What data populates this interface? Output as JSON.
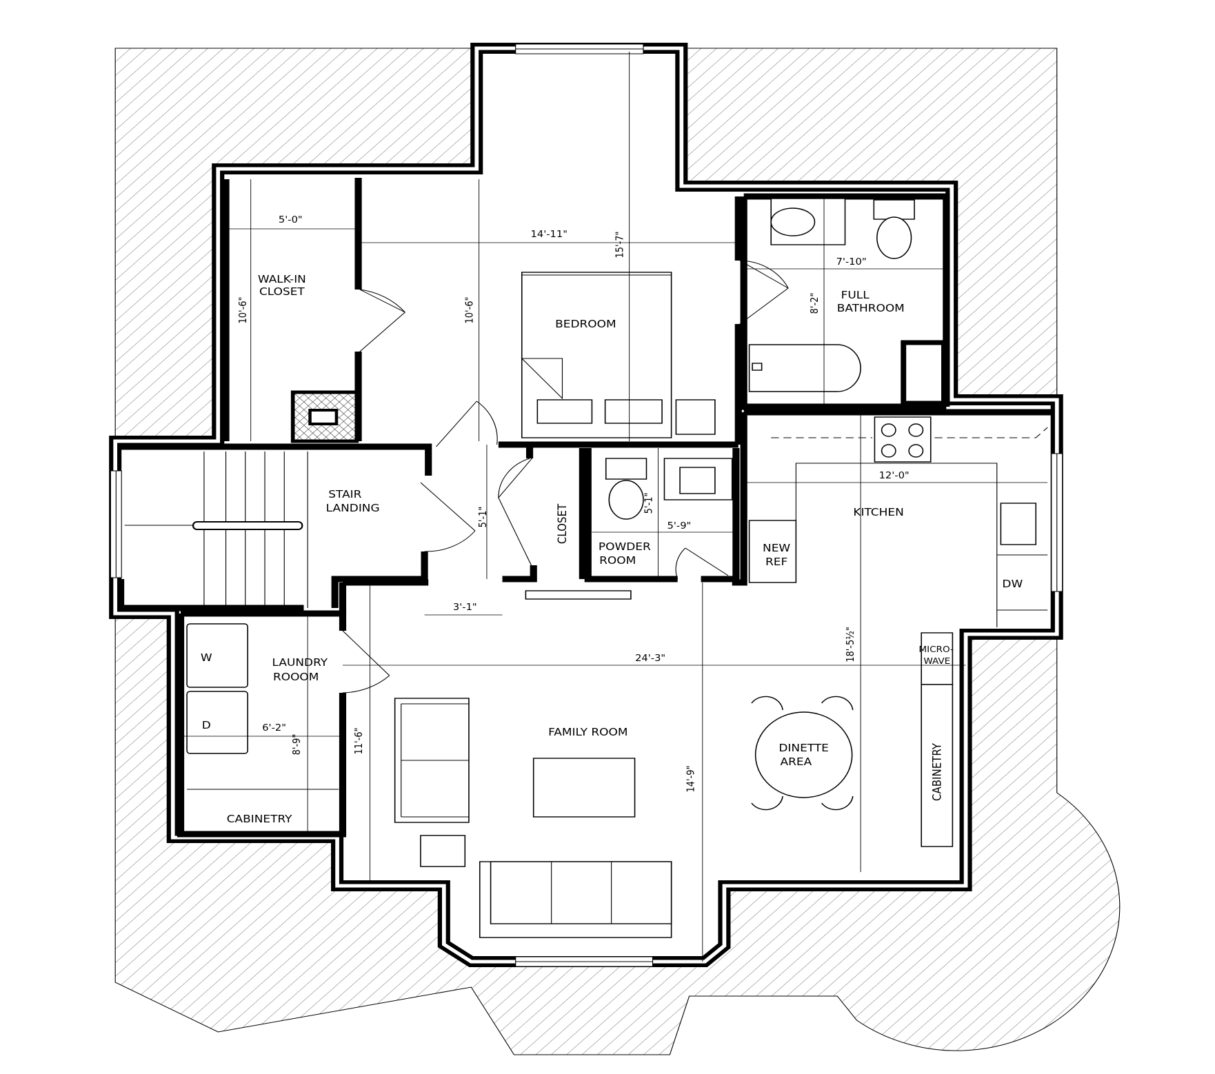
{
  "plan": {
    "rooms": {
      "walk_in_closet": [
        "WALK-IN",
        "CLOSET"
      ],
      "bedroom": "BEDROOM",
      "full_bathroom": [
        "FULL",
        "BATHROOM"
      ],
      "stair_landing": [
        "STAIR",
        "LANDING"
      ],
      "closet": "CLOSET",
      "powder_room": [
        "POWDER",
        "ROOM"
      ],
      "kitchen": "KITCHEN",
      "laundry_room": [
        "LAUNDRY",
        "ROOOM"
      ],
      "family_room": "FAMILY ROOM",
      "dinette_area": [
        "DINETTE",
        "AREA"
      ]
    },
    "fixtures": {
      "new_ref": [
        "NEW",
        "REF"
      ],
      "dw": "DW",
      "microwave": [
        "MICRO-",
        "WAVE"
      ],
      "cabinetry_kitchen": "CABINETRY",
      "cabinetry_laundry": "CABINETRY",
      "washer": "W",
      "dryer": "D"
    },
    "dimensions": {
      "walk_in_width": "5'-0\"",
      "walk_in_depth": "10'-6\"",
      "bedroom_width": "14'-11\"",
      "bedroom_depth_full": "15'-7\"",
      "bedroom_depth": "10'-6\"",
      "bath_width": "7'-10\"",
      "bath_depth": "8'-2\"",
      "closet_depth": "5'-1\"",
      "powder_depth": "5'-1\"",
      "powder_width": "5'-9\"",
      "kitchen_width": "12'-0\"",
      "hall_width": "3'-1\"",
      "family_width": "24'-3\"",
      "kitchen_depth": "18'-5½\"",
      "laundry_width": "6'-2\"",
      "laundry_depth": "8'-9\"",
      "family_left_depth": "11'-6\"",
      "family_depth": "14'-9\""
    }
  }
}
